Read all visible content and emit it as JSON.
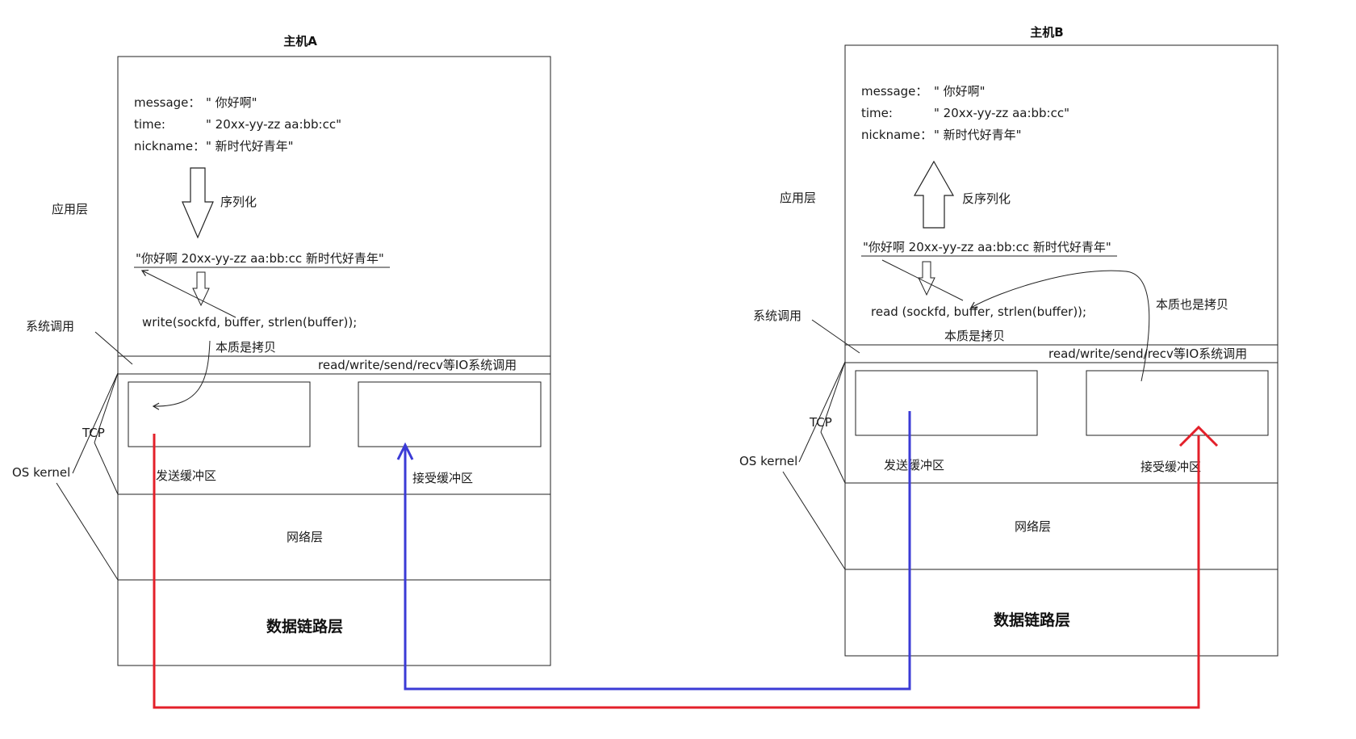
{
  "hostA": {
    "title": "主机A",
    "message_label": "message：",
    "message_value": "\" 你好啊\"",
    "time_label": "time:",
    "time_value": "\" 20xx-yy-zz aa:bb:cc\"",
    "nickname_label": "nickname：",
    "nickname_value": "\" 新时代好青年\"",
    "transform": "序列化",
    "serialized": "\"你好啊 20xx-yy-zz aa:bb:cc 新时代好青年\"",
    "syscall": "write(sockfd, buffer, strlen(buffer));",
    "copy_note": "本质是拷贝",
    "io_bar": "read/write/send/recv等IO系统调用",
    "send_buffer": "发送缓冲区",
    "recv_buffer": "接受缓冲区",
    "network": "网络层",
    "datalink": "数据链路层",
    "layer_app": "应用层",
    "layer_syscall": "系统调用",
    "layer_tcp": "TCP",
    "layer_os": "OS kernel"
  },
  "hostB": {
    "title": "主机B",
    "message_label": "message：",
    "message_value": "\" 你好啊\"",
    "time_label": "time:",
    "time_value": "\" 20xx-yy-zz aa:bb:cc\"",
    "nickname_label": "nickname：",
    "nickname_value": "\" 新时代好青年\"",
    "transform": "反序列化",
    "serialized": "\"你好啊 20xx-yy-zz aa:bb:cc 新时代好青年\"",
    "syscall": "read (sockfd, buffer, strlen(buffer));",
    "copy_note": "本质是拷贝",
    "copy_note2": "本质也是拷贝",
    "io_bar": "read/write/send/recv等IO系统调用",
    "send_buffer": "发送缓冲区",
    "recv_buffer": "接受缓冲区",
    "network": "网络层",
    "datalink": "数据链路层",
    "layer_app": "应用层",
    "layer_syscall": "系统调用",
    "layer_tcp": "TCP",
    "layer_os": "OS kernel"
  },
  "colors": {
    "red_path": "#e3202a",
    "blue_path": "#3b3bd6",
    "line": "#222222"
  }
}
